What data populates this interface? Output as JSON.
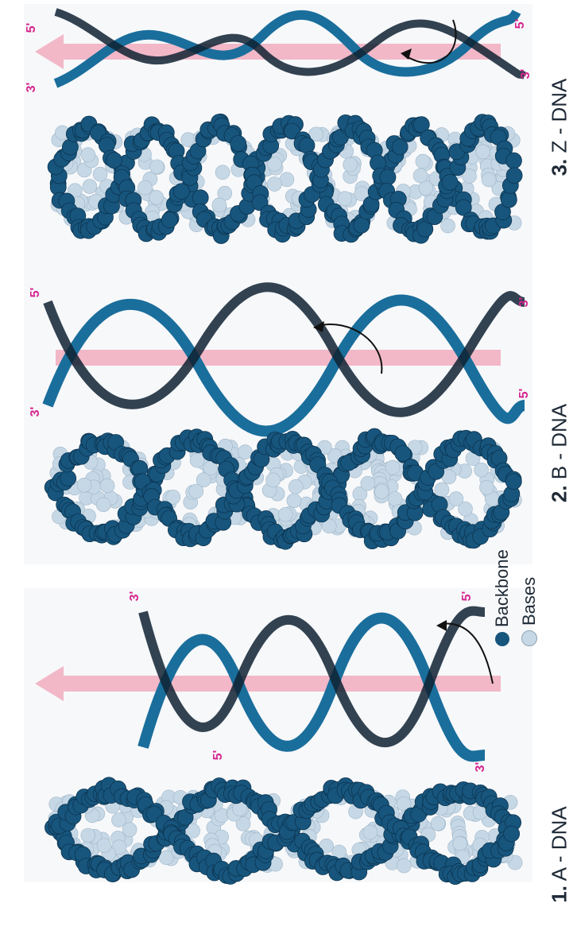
{
  "panels": [
    {
      "number": "1.",
      "name": "A - DNA"
    },
    {
      "number": "2.",
      "name": "B - DNA"
    },
    {
      "number": "3.",
      "name": "Z - DNA"
    }
  ],
  "ends": {
    "five_prime": "5'",
    "three_prime": "3'"
  },
  "legend": {
    "backbone": {
      "label": "Backbone",
      "color": "#17557d"
    },
    "bases": {
      "label": "Bases",
      "color": "#c6d8e6"
    }
  },
  "colors": {
    "axis_arrow": "#f2b8c8",
    "ribbon": "#1a6e9c",
    "ribbon_dark": "#0f2233",
    "label_pink": "#d6248f"
  }
}
